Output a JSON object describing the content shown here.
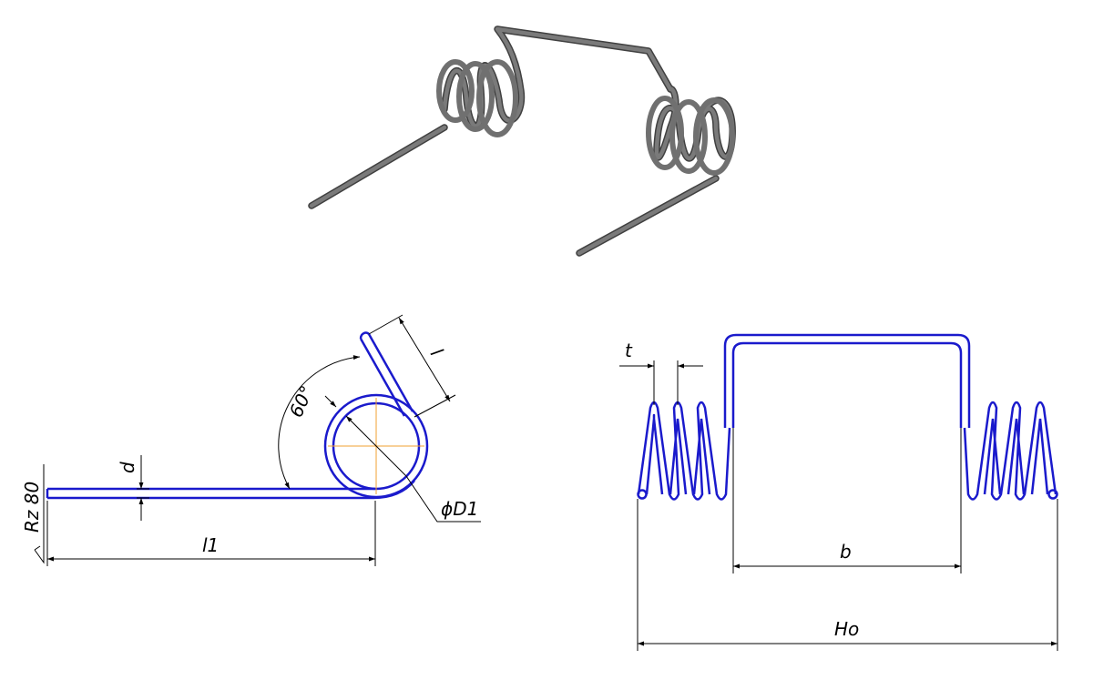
{
  "colors": {
    "wire_3d": "#7a7a7a",
    "wire_3d_edge": "#404040",
    "wire_blue": "#1a1acc",
    "dimension_line": "#000000",
    "center_line": "#f0a030",
    "background": "#ffffff"
  },
  "labels": {
    "roughness": "Rz 80",
    "wire_diameter": "d",
    "leg_length": "l1",
    "angle": "60°",
    "short_leg": "l",
    "coil_diameter": "ϕD1",
    "pitch": "t",
    "body_span": "b",
    "free_length": "Ho"
  }
}
